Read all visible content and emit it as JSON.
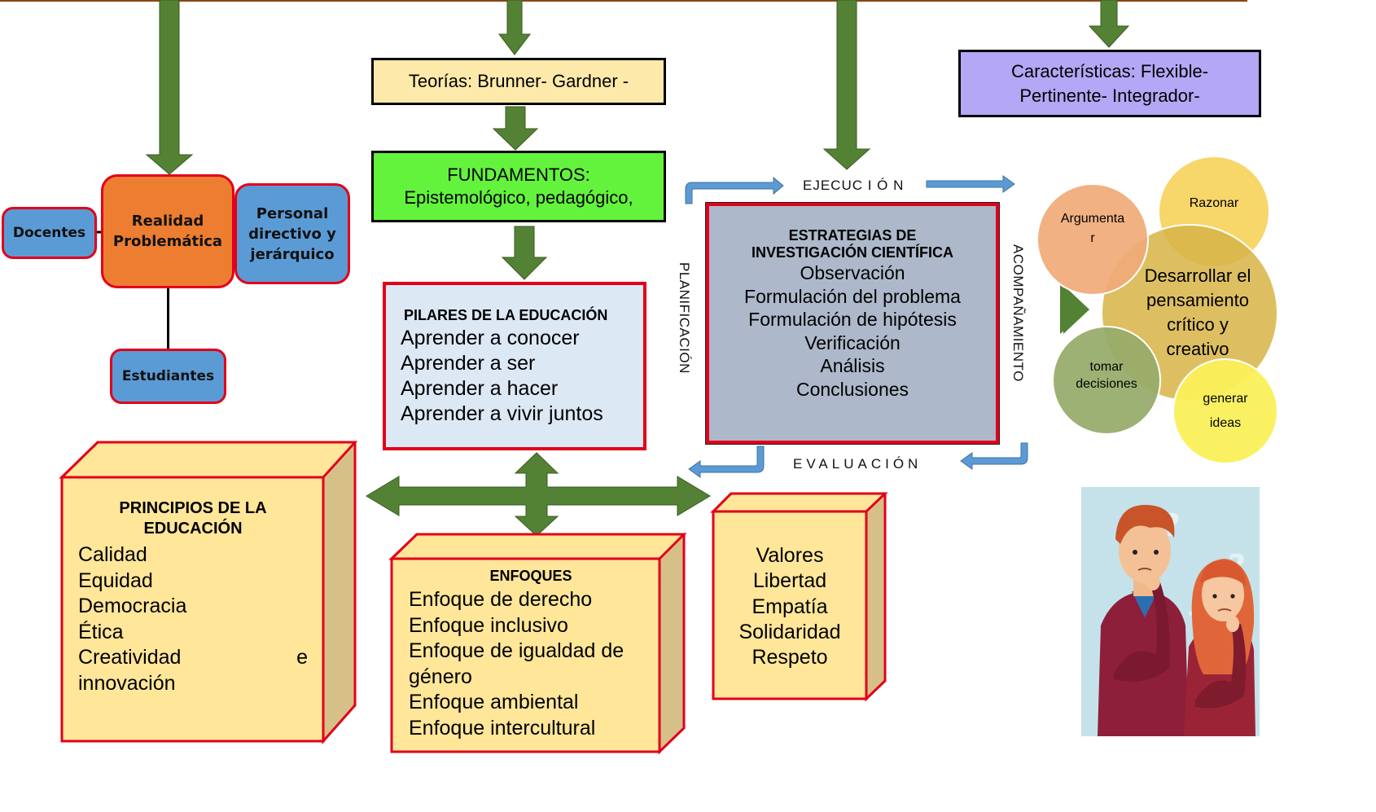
{
  "teorias": "Teorías: Brunner- Gardner -",
  "caracteristicas": [
    "Características: Flexible-",
    "Pertinente- Integrador-"
  ],
  "fundamentos": [
    "FUNDAMENTOS:",
    "Epistemológico, pedagógico,"
  ],
  "left_cluster": {
    "docentes": "Docentes",
    "realidad": [
      "Realidad",
      "Problemática"
    ],
    "personal": [
      "Personal",
      "directivo y",
      "jerárquico"
    ],
    "estudiantes": "Estudiantes"
  },
  "pilares": {
    "title": "PILARES DE LA EDUCACIÓN",
    "items": [
      "Aprender a conocer",
      "Aprender a ser",
      "Aprender a hacer",
      "Aprender a vivir juntos"
    ]
  },
  "estrategias": {
    "title": [
      "ESTRATEGIAS DE",
      "INVESTIGACIÓN CIENTÍFICA"
    ],
    "items": [
      "Observación",
      "Formulación del problema",
      "Formulación de hipótesis",
      "Verificación",
      "Análisis",
      "Conclusiones"
    ]
  },
  "cycle": {
    "ejecucion": "EJECUC I Ó N",
    "evaluacion": "EVALUACIÓN",
    "planificacion": "PLANIFICACIÓN",
    "acompanamiento": "ACOMPAÑAMIENTO"
  },
  "circles": {
    "main": [
      "Desarrollar el",
      "pensamiento",
      "crítico y",
      "creativo"
    ],
    "razonar": "Razonar",
    "argumentar": [
      "Argumenta",
      "r"
    ],
    "tomar": [
      "tomar",
      "decisiones"
    ],
    "generar": [
      "generar",
      "ideas"
    ]
  },
  "principios": {
    "title": [
      "PRINCIPIOS DE LA",
      "EDUCACIÓN"
    ],
    "items": [
      "Calidad",
      "Equidad",
      "Democracia",
      "Ética"
    ],
    "last_line": [
      "Creatividad",
      "e"
    ],
    "tail": "innovación"
  },
  "enfoques": {
    "title": "ENFOQUES",
    "items": [
      "Enfoque de derecho",
      "Enfoque inclusivo",
      "Enfoque de igualdad de",
      "género",
      "Enfoque ambiental",
      "Enfoque intercultural"
    ]
  },
  "valores": {
    "items": [
      "Valores",
      "Libertad",
      "Empatía",
      "Solidaridad",
      "Respeto"
    ]
  },
  "colors": {
    "arrow_green": "#548235",
    "box_red_border": "#e2001a",
    "orange": "#ed7d31",
    "blue": "#5b9bd5",
    "cube_face": "#ffe699",
    "cube_side": "#d6c088"
  }
}
